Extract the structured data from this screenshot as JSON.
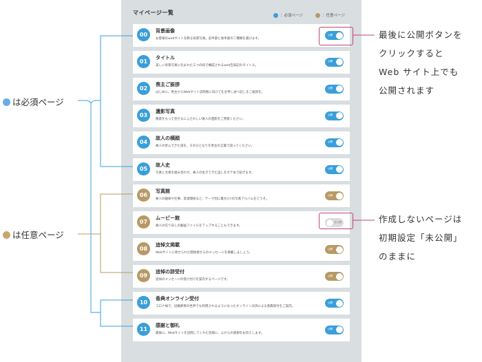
{
  "panel": {
    "title": "マイページ一覧",
    "legend_required": "：必須ページ",
    "legend_optional": "：任意ページ"
  },
  "colors": {
    "required": "#3a9fd9",
    "optional": "#b89965",
    "off": "#dcdcdc",
    "highlight": "#c0437a"
  },
  "pages": [
    {
      "num": "00",
      "title": "背景画像",
      "desc": "お客様のwebサイトを飾る背景写真。前半部と後半部の二種類を選びます。",
      "state": "on",
      "type": "required",
      "toggle_label": "公開"
    },
    {
      "num": "01",
      "title": "タイトル",
      "desc": "美しい背景写真に包まれた三つの枠で構成されるweb告知記のタイトル。",
      "state": "on",
      "type": "required",
      "toggle_label": "公開"
    },
    {
      "num": "02",
      "title": "喪主ご挨拶",
      "desc": "はじめに、喪主からWebサイト訪問者に向けて礼を申し述べ記しをご挨拶を。",
      "state": "on",
      "type": "required",
      "toggle_label": "公開"
    },
    {
      "num": "03",
      "title": "遺影写真",
      "desc": "敬意をもって見せるにふさわしい故人の遺影をご用意ください。",
      "state": "on",
      "type": "required",
      "toggle_label": "公開"
    },
    {
      "num": "04",
      "title": "故人の横顔",
      "desc": "故人の歩んできた道を、そのひとなりを喪主の言葉で語ってください。",
      "state": "on",
      "type": "required",
      "toggle_label": "公開"
    },
    {
      "num": "05",
      "title": "故人史",
      "desc": "写真と文章を組み合わせ、故人の生きてきた証しをタテ糸で紡ぎます。",
      "state": "on",
      "type": "required",
      "toggle_label": "公開"
    },
    {
      "num": "06",
      "title": "写真館",
      "desc": "故人の趣味や仕事、友達関係など、テーマ別に最大3つの写真アルバムをどうぞ。",
      "state": "on",
      "type": "optional",
      "toggle_label": "公開"
    },
    {
      "num": "07",
      "title": "ムービー館",
      "desc": "故人の在り日しの動画ファイルをアップすることもできます。",
      "state": "off",
      "type": "optional",
      "toggle_label": "非公開"
    },
    {
      "num": "08",
      "title": "追悼文掲載",
      "desc": "Webサイトに寄せられた関係者からのメッセージを掲載しましょう。",
      "state": "on",
      "type": "optional",
      "toggle_label": "公開"
    },
    {
      "num": "09",
      "title": "追悼の辞受付",
      "desc": "追悼のメッセージの受け付けを案内するページです。",
      "state": "on",
      "type": "optional",
      "toggle_label": "公開"
    },
    {
      "num": "10",
      "title": "香典オンライン受付",
      "desc": "コロナ禍で、冠婚葬祭の世界でも利用されるようになったオンライン決済による香典受付をご案内。",
      "state": "on",
      "type": "required",
      "toggle_label": "公開"
    },
    {
      "num": "11",
      "title": "感謝と御礼",
      "desc": "最後に、Webサイトを訪問してくれた皆様に、心からの感謝をお伝えします。",
      "state": "on",
      "type": "required",
      "toggle_label": "公開"
    }
  ],
  "side_labels": {
    "required": "は必須ページ",
    "optional": "は任意ページ"
  },
  "notes": {
    "publish": [
      "最後に公開ボタンを",
      "クリックすると",
      "Web サイト上でも",
      "公開されます"
    ],
    "unpublish": [
      "作成しないページは",
      "初期設定「未公開」",
      "のままに"
    ]
  }
}
